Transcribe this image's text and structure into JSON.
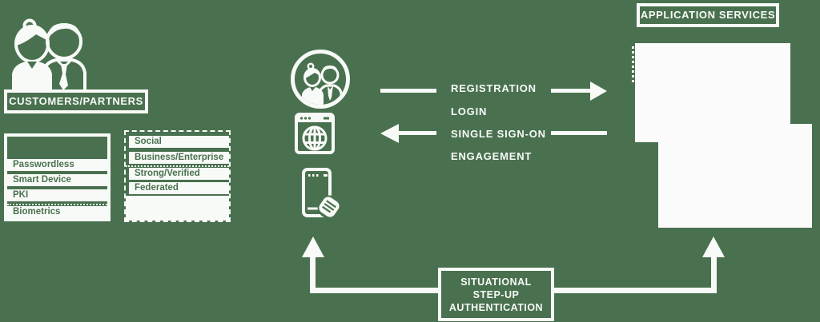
{
  "diagram": {
    "title_semantics": "customer identity and access management flow",
    "colors": {
      "background": "#49714F",
      "foreground": "#F8FAF7"
    }
  },
  "customers": {
    "label": "CUSTOMERS/PARTNERS",
    "icon": "two-people-icon"
  },
  "auth_methods": {
    "items": [
      "Passwordless",
      "Smart Device",
      "PKI",
      "Biometrics"
    ]
  },
  "identity_types": {
    "items": [
      "Social",
      "Business/Enterprise",
      "Strong/Verified",
      "Federated"
    ]
  },
  "channels": {
    "icons": [
      "people-circle-icon",
      "browser-globe-icon",
      "mobile-auth-icon"
    ]
  },
  "flows": {
    "labels": [
      "REGISTRATION",
      "LOGIN",
      "SINGLE SIGN-ON",
      "ENGAGEMENT"
    ],
    "arrow_registration": "points-right",
    "arrow_single_sign_on": "points-left"
  },
  "application_services": {
    "label": "APPLICATION SERVICES",
    "cards": [
      "service-card-1",
      "service-card-2"
    ]
  },
  "step_up": {
    "line1": "SITUATIONAL",
    "line2": "STEP-UP",
    "line3": "AUTHENTICATION",
    "arrows": "points-up-to-mobile-and-services"
  }
}
